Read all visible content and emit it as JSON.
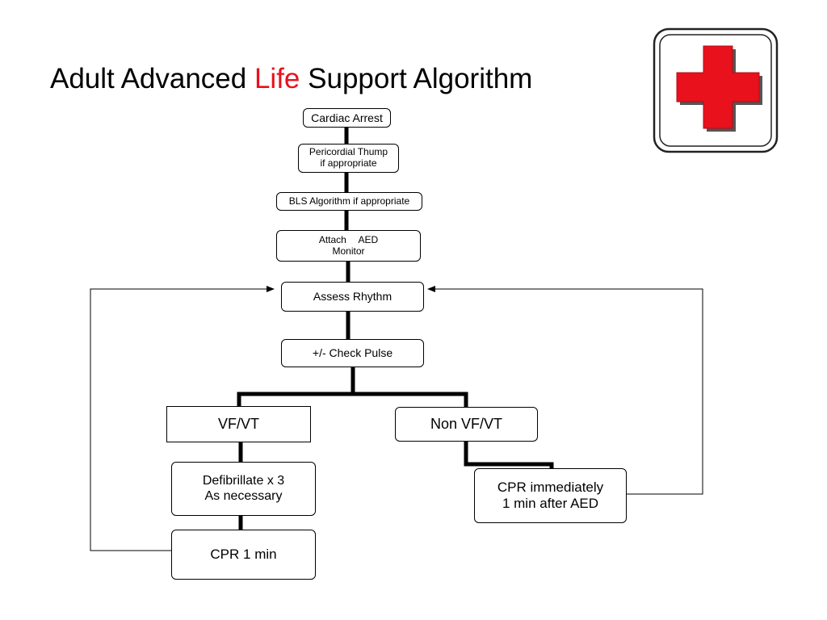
{
  "title": {
    "part1": "Adult Advanced ",
    "highlight": "Life",
    "part2": " Support Algorithm"
  },
  "colors": {
    "title_highlight": "#e8111c",
    "logo_cross": "#e8111c",
    "lines": "#000000"
  },
  "logo": {
    "icon": "red-cross-icon"
  },
  "steps": {
    "cardiac_arrest": "Cardiac Arrest",
    "thump_line1": "Pericordial Thump",
    "thump_line2": "if appropriate",
    "bls": "BLS Algorithm if appropriate",
    "attach_line1": "Attach   AED",
    "attach_line2": "Monitor",
    "assess_rhythm": "Assess Rhythm",
    "check_pulse": "+/- Check Pulse",
    "vf_vt": "VF/VT",
    "non_vf_vt": "Non VF/VT",
    "defib_line1": "Defibrillate x 3",
    "defib_line2": "As necessary",
    "cpr_1min": "CPR 1 min",
    "cpr_immediate_line1": "CPR immediately",
    "cpr_immediate_line2": "1 min after AED"
  }
}
